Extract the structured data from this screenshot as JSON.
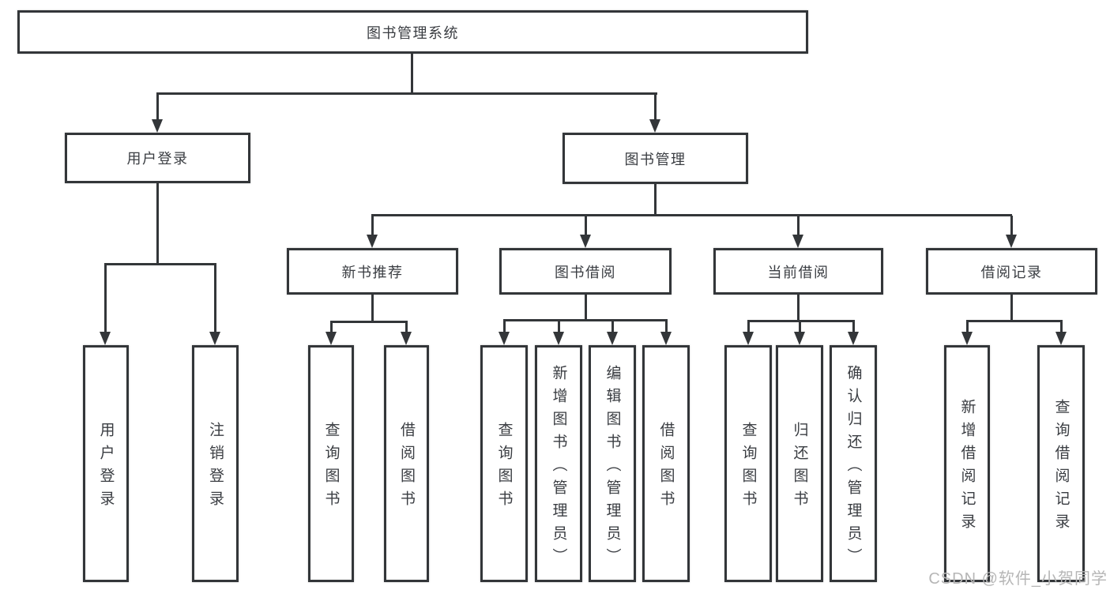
{
  "diagram": {
    "root": "图书管理系统",
    "level2": [
      "用户登录",
      "图书管理"
    ],
    "level3": [
      "新书推荐",
      "图书借阅",
      "当前借阅",
      "借阅记录"
    ],
    "leaves": {
      "login": [
        "用户登录",
        "注销登录"
      ],
      "recommend": [
        "查询图书",
        "借阅图书"
      ],
      "borrow": [
        "查询图书",
        "新增图书（管理员）",
        "编辑图书（管理员）",
        "借阅图书"
      ],
      "current": [
        "查询图书",
        "归还图书",
        "确认归还（管理员）"
      ],
      "records": [
        "新增借阅记录",
        "查询借阅记录"
      ]
    }
  },
  "watermark": "CSDN @软件_小贺同学",
  "colors": {
    "line": "#333639",
    "text": "#3a3d42",
    "background": "#ffffff",
    "watermark": "#b6b6b6"
  }
}
